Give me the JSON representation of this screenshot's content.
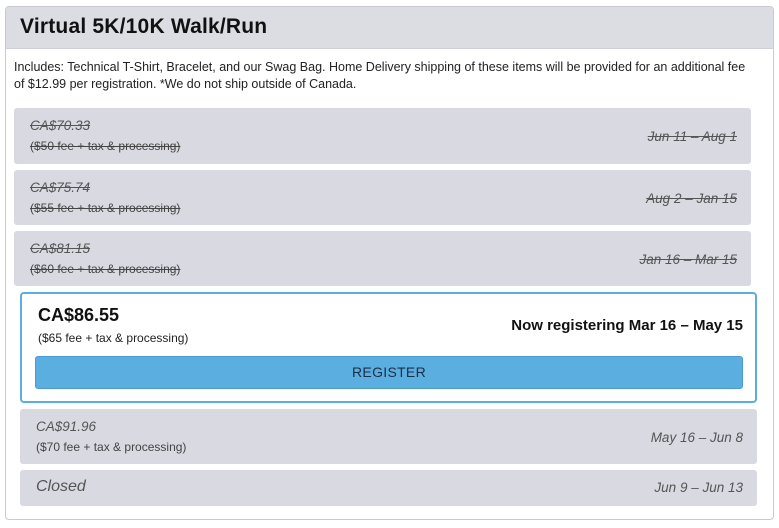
{
  "event": {
    "title": "Virtual 5K/10K Walk/Run",
    "includes_text": "Includes: Technical T-Shirt, Bracelet, and our Swag Bag. Home Delivery shipping of these items will be provided for an additional fee of $12.99 per registration. *We do not ship outside of Canada."
  },
  "tiers": [
    {
      "price": "CA$70.33",
      "fee": "($50 fee + tax & processing)",
      "dates": "Jun 11 – Aug 1",
      "status": "past"
    },
    {
      "price": "CA$75.74",
      "fee": "($55 fee + tax & processing)",
      "dates": "Aug 2 – Jan 15",
      "status": "past"
    },
    {
      "price": "CA$81.15",
      "fee": "($60 fee + tax & processing)",
      "dates": "Jan 16 – Mar 15",
      "status": "past"
    },
    {
      "price": "CA$86.55",
      "fee": "($65 fee + tax & processing)",
      "dates": "Now registering Mar 16 – May 15",
      "status": "active",
      "button_label": "REGISTER"
    },
    {
      "price": "CA$91.96",
      "fee": "($70 fee + tax & processing)",
      "dates": "May 16 – Jun 8",
      "status": "upcoming"
    },
    {
      "price": "Closed",
      "dates": "Jun 9 – Jun 13",
      "status": "closed"
    }
  ],
  "colors": {
    "header_bg": "#dcdce3",
    "tier_bg": "#d9d9e2",
    "active_border": "#5aaed9",
    "button_bg": "#5aaee0"
  }
}
